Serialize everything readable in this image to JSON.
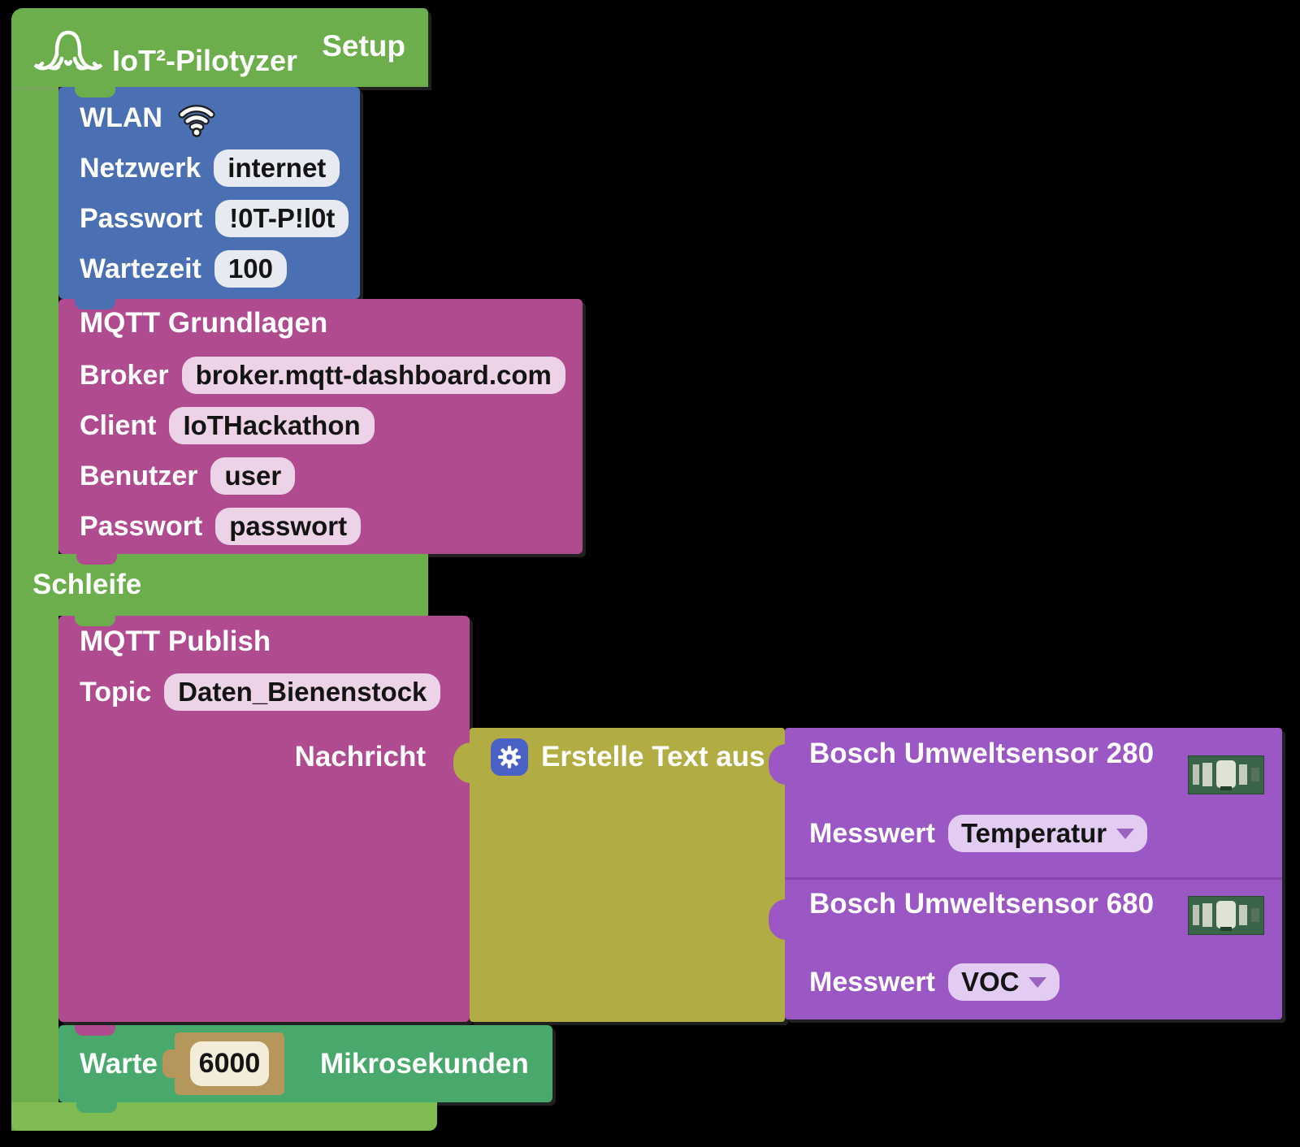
{
  "palette": {
    "background": "#000000",
    "setup_green": "#6CAE4B",
    "setup_green_bottom_bar": "#7FBC52",
    "wlan_blue": "#4A6FB3",
    "wlan_field_bg": "#E7EAF0",
    "mqtt_magenta": "#B04B90",
    "mqtt_field_bg": "#EDD3E7",
    "create_text_olive": "#B1AD43",
    "gear_button_blue": "#4A62C5",
    "sensor_purple": "#9B57C4",
    "sensor_dropdown_bg": "#E2CCF2",
    "wait_green": "#49A96C",
    "number_block_tan": "#B5975C",
    "number_field_bg": "#F3ECD8",
    "label_text": "#FFFFFF",
    "field_text": "#141414"
  },
  "icons": {
    "logo": "octopus-logo-icon",
    "wifi": "wifi-icon",
    "gear": "gear-icon",
    "sensor_photo": "sensor-board-image",
    "dropdown": "dropdown-arrow-icon"
  },
  "workspace": {
    "root": {
      "title": "IoT²-Pilotyzer",
      "setup_label": "Setup",
      "loop_label": "Schleife"
    },
    "wlan": {
      "title": "WLAN",
      "rows": [
        {
          "label": "Netzwerk",
          "value": "internet"
        },
        {
          "label": "Passwort",
          "value": "!0T-P!l0t"
        },
        {
          "label": "Wartezeit",
          "value": "100"
        }
      ]
    },
    "mqtt_basics": {
      "title": "MQTT Grundlagen",
      "rows": [
        {
          "label": "Broker",
          "value": "broker.mqtt-dashboard.com"
        },
        {
          "label": "Client",
          "value": "IoTHackathon"
        },
        {
          "label": "Benutzer",
          "value": "user"
        },
        {
          "label": "Passwort",
          "value": "passwort"
        }
      ]
    },
    "mqtt_publish": {
      "title": "MQTT Publish",
      "topic_label": "Topic",
      "topic_value": "Daten_Bienenstock",
      "message_label": "Nachricht"
    },
    "create_text": {
      "title": "Erstelle Text aus"
    },
    "sensors": [
      {
        "title": "Bosch Umweltsensor 280",
        "measure_label": "Messwert",
        "measure_value": "Temperatur"
      },
      {
        "title": "Bosch Umweltsensor 680",
        "measure_label": "Messwert",
        "measure_value": "VOC"
      }
    ],
    "wait": {
      "label": "Warte",
      "value": "6000",
      "unit": "Mikrosekunden"
    }
  }
}
